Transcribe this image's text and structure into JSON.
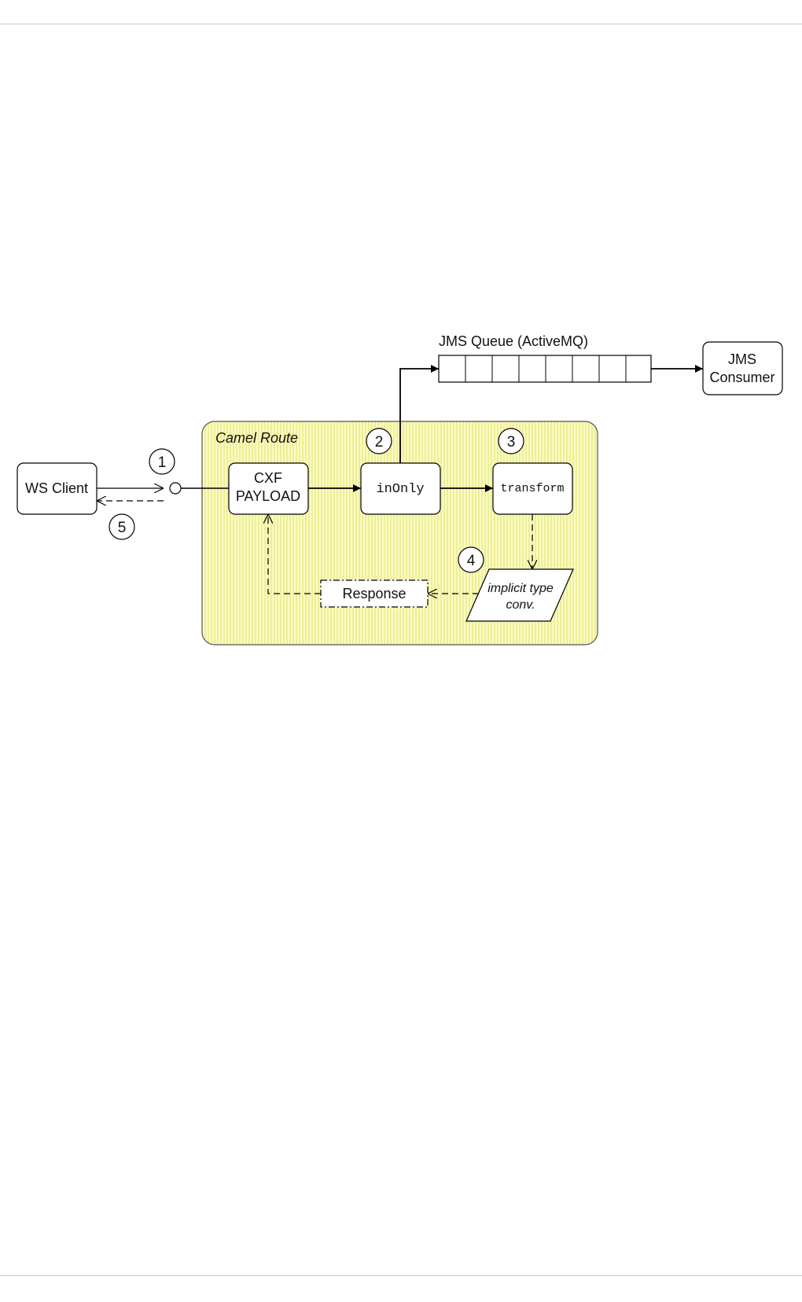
{
  "diagram": {
    "route_label": "Camel Route",
    "queue_label": "JMS Queue (ActiveMQ)",
    "consumer_line1": "JMS",
    "consumer_line2": "Consumer",
    "ws_client": "WS Client",
    "cxf_line1": "CXF",
    "cxf_line2": "PAYLOAD",
    "inonly": "inOnly",
    "transform": "transform",
    "implicit_line1": "implicit type",
    "implicit_line2": "conv.",
    "response": "Response",
    "steps": [
      "1",
      "2",
      "3",
      "4",
      "5"
    ]
  },
  "colors": {
    "route_fill": "#fbfbc4",
    "route_stripe": "#f0f09a",
    "line": "#000000",
    "box_fill": "#ffffff"
  }
}
